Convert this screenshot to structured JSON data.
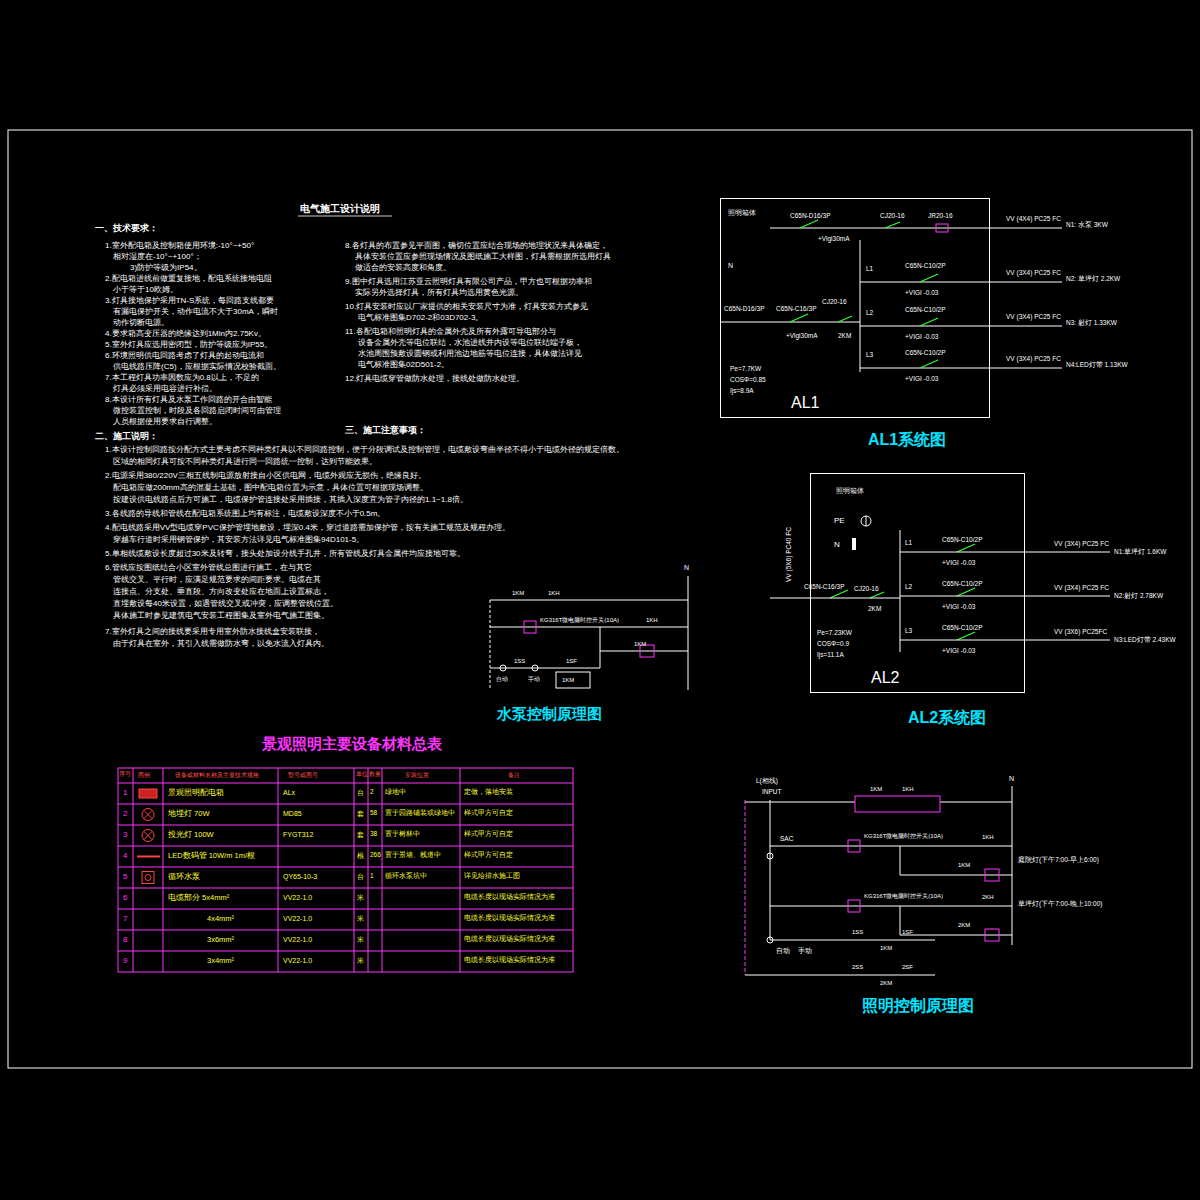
{
  "diagram": {
    "title": "电气施工设计说明",
    "nodes": [
      {
        "text": [
          "AL1"
        ]
      },
      {
        "text": [
          "AL2"
        ]
      }
    ],
    "labels": [
      "一、技术要求：",
      "1.室外配电箱及控制箱使用环境:-10°~+50°",
      "相对湿度在-10°~+100°；",
      "3)防护等级为IP54。",
      "2.配电箱进线前做重复接地，配电系统接地电阻",
      "小于等于10欧姆。",
      "3.灯具接地保护采用TN-S系统，每回路支线都要",
      "有漏电保护开关，动作电流不大于30mA，瞬时",
      "动作切断电源。",
      "4.要求箱高变压器的绝缘达到1Min内2.75Kv。",
      "5.室外灯具应选用密闭型，防护等级应为IP55。",
      "6.环境照明供电回路考虑了灯具的起动电流和",
      "供电线路压降(C5)，应根据实际情况校验截面。",
      "7.本工程灯具功率因数应为0.8以上，不足的",
      "灯具必须采用电容进行补偿。",
      "8.本设计所有灯具及水泵工作回路的开合由智能",
      "微控装置控制，时段及各回路启闭时间可由管理",
      "人员根据使用要求自行调整。",
      "8.各灯具的布置参见平面图，确切位置应结合现场的地理状况来具体确定，",
      "具体安装位置应参照现场情况及图纸施工大样图，灯具需根据所选用灯具",
      "做适合的安装高度和角度。",
      "9.图中灯具选用江苏亚云照明灯具有限公司产品，甲方也可根据功率和",
      "实际另外选择灯具，所有灯具均选用黄色光源。",
      "10.灯具安装时应以厂家提供的相关安装尺寸为准，灯具安装方式参见",
      "电气标准图集D702-2和03D702-3。",
      "11.各配电箱和照明灯具的金属外壳及所有外露可导电部分与",
      "设备金属外壳等电位联结，水池进线井内设等电位联结端子板，",
      "水池周围预敷设圆钢或利用池边地筋等电位连接，具体做法详见",
      "电气标准图集02D501-2。",
      "12.灯具电缆穿管做防水处理，接线处做防水处理。",
      "二、施工说明：",
      "三、施工注意事项：",
      "1.本设计控制回路按分配方式主要考虑不同种类灯具以不同回路控制，便于分段调试及控制管理，电缆敷设弯曲半径不得小于电缆外径的规定倍数。",
      "区域的相同灯具可按不同种类灯具进行同一回路统一控制，达到节能效果。",
      "2.电源采用380/220V三相五线制电源放射接自小区供电网，电缆外观应无损伤，绝缘良好。",
      "配电箱应做200mm高的混凝土基础，图中配电箱位置为示意，具体位置可根据现场调整。",
      "按建设供电线路点后方可施工，电缆保护管连接处采用插接，其插入深度宜为管子内径的1.1~1.8倍。",
      "3.各线路的导线和管线在配电箱系统图上均有标注，电缆敷设深度不小于0.5m。",
      "4.配电线路采用VV型电缆穿PVC保护管埋地敷设，埋深0.4米，穿过道路需加保护管，按有关施工规范及规程办理。",
      "穿越车行道时采用钢管保护，其安装方法详见电气标准图集94D101-5。",
      "5.单相线缆敷设长度超过30米及转弯，接头处加设分线手孔井，所有管线及灯具金属件均应接地可靠。",
      "6.管线应按图纸结合小区室外管线总图进行施工，在与其它",
      "管线交叉、平行时，应满足规范要求的间距要求。电缆在其",
      "连接点、分支处、垂直段、方向改变处应在地面上设置标志，",
      "直埋敷设每40米设置，如遇管线交叉或冲突，应调整管线位置。",
      "具体施工时参见建筑电气安装工程图集及室外电气施工图集。",
      "7.室外灯具之间的接线要采用专用室外防水接线盒安装联接，",
      "由于灯具在室外，其引入线需做防水弯，以免水流入灯具内。",
      "N",
      "1KM",
      "1KH",
      "KG316T微电脑时控开关(10A)",
      "1KH",
      "1KM",
      "1SS",
      "1SF",
      "1KM",
      "自动",
      "手动",
      "水泵控制原理图",
      "照明箱体",
      "C65N-D16/3P",
      "CJ20-16",
      "JR20-16",
      "+Vigi30mA",
      "VV (4X4) PC25 FC",
      "N1: 水泵 3KW",
      "N",
      "L1",
      "C65N-C10/2P",
      "+VIGI -0.03",
      "VV (3X4) PC25 FC",
      "N2: 草坪灯 2.2KW",
      "C65N-D16/3P",
      "C65N-C16/3P",
      "CJ20-16",
      "L2",
      "C65N-C10/2P",
      "+Vigi30mA",
      "2KM",
      "+VIGI -0.03",
      "VV (3X4) PC25 FC",
      "N3: 射灯 1.33KW",
      "L3",
      "C65N-C10/2P",
      "+VIGI -0.03",
      "VV (3X4) PC25 FC",
      "N4:LED灯带 1.13KW",
      "Pe=7.7KW",
      "COSΦ=0.85",
      "Ijs=8.9A",
      "AL1系统图",
      "照明箱体",
      "PE",
      "N",
      "L1",
      "C65N-C10/2P",
      "+VIGI -0.03",
      "VV (3X4) PC25 FC",
      "N1:草坪灯 1.6KW",
      "L2",
      "C65N-C10/2P",
      "+VIGI -0.03",
      "VV (3X4) PC25 FC",
      "N2:射灯 2.78KW",
      "L3",
      "C65N-C10/2P",
      "+VIGI -0.03",
      "VV (3X6) PC25FC",
      "N3:LED灯带 2.43KW",
      "C65N-C16/3P",
      "CJ20-16",
      "2KM",
      "VV (5X6) PC40 FC",
      "Pe=7.23KW",
      "COSΦ=0.9",
      "Ijs=11.1A",
      "AL2系统图",
      "L(相线)",
      "INPUT",
      "N",
      "1KM",
      "1KH",
      "SAC",
      "KG316T微电脑时控开关(10A)",
      "1KH",
      "1KM",
      "KG316T微电脑时控开关(10A)",
      "2KH",
      "2KM",
      "庭院灯(下午7:00-早上6:00)",
      "草坪灯(下午7:00-晚上10:00)",
      "1SS",
      "1SF",
      "1KM",
      "2SS",
      "2SF",
      "2KM",
      "自动",
      "手动",
      "照明控制原理图",
      "景观照明主要设备材料总表",
      "序号",
      "图例",
      "设备或材料名称及主要技术规格",
      "型号或图号",
      "单位",
      "数量",
      "安装位置",
      "备注",
      "1",
      "景观照明配电箱",
      "ALx",
      "台",
      "2",
      "绿地中",
      "定做，落地安装",
      "2",
      "地埋灯 70W",
      "MD85",
      "套",
      "58",
      "置于园路铺装或绿地中",
      "样式甲方可自定",
      "3",
      "投光灯 100W",
      "FYGT312",
      "套",
      "38",
      "置于树林中",
      "样式甲方可自定",
      "4",
      "LED数码管 10W/m 1m/根",
      "根",
      "266",
      "置于景墙、栈道中",
      "样式甲方可自定",
      "5",
      "循环水泵",
      "QY65-10-3",
      "台",
      "1",
      "循环水泵坑中",
      "详见给排水施工图",
      "6",
      "电缆部分 5x4mm²",
      "VV22-1.0",
      "米",
      "电缆长度以现场实际情况为准",
      "7",
      "4x4mm²",
      "VV22-1.0",
      "米",
      "电缆长度以现场实际情况为准",
      "8",
      "3x6mm²",
      "VV22-1.0",
      "米",
      "电缆长度以现场实际情况为准",
      "9",
      "3x4mm²",
      "VV22-1.0",
      "米",
      "电缆长度以现场实际情况为准"
    ]
  }
}
